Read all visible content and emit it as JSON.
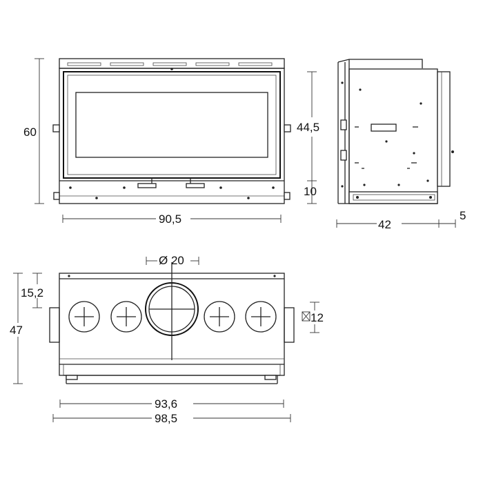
{
  "dimensions": {
    "front_height": "60",
    "front_width": "90,5",
    "side_glass_height": "44,5",
    "side_base_height": "10",
    "side_depth": "42",
    "side_depth_extra": "5",
    "flue_diameter": "Ø 20",
    "top_offset": "15,2",
    "top_depth": "47",
    "square_hole": "12",
    "top_inner_width": "93,6",
    "top_outer_width": "98,5"
  }
}
